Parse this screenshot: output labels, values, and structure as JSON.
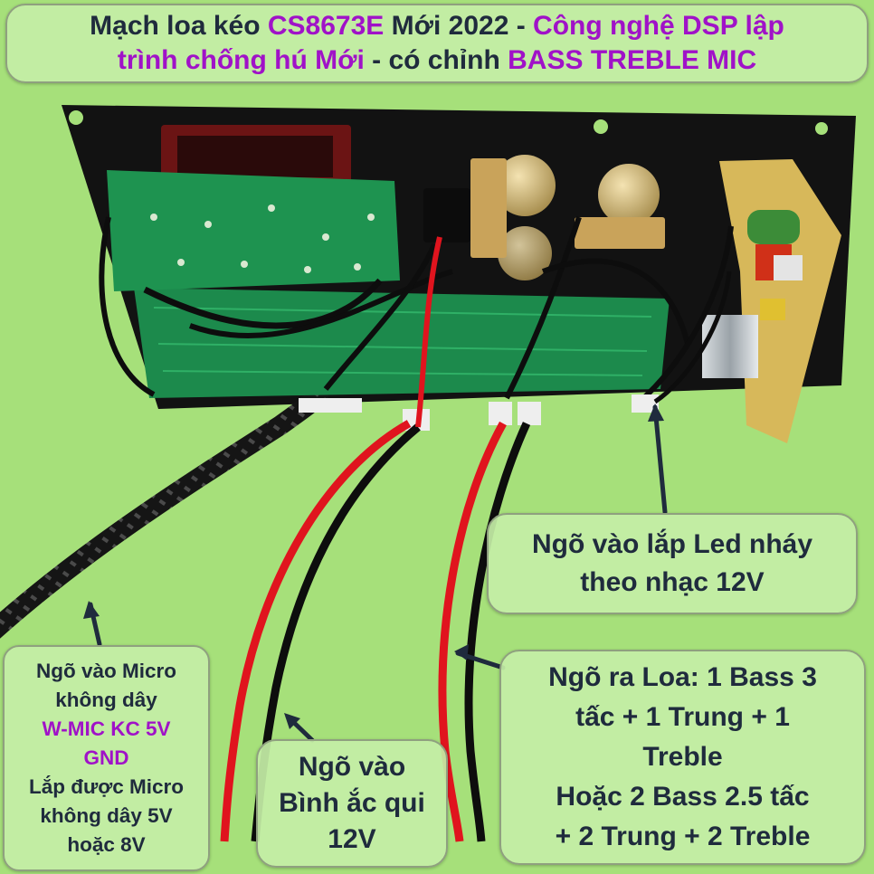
{
  "title": {
    "line1_p1": "Mạch loa kéo ",
    "line1_model": "CS8673E",
    "line1_p2": " Mới 2022 - ",
    "line1_tech": "Công nghệ DSP lập",
    "line2_tech": "trình chống hú Mới",
    "line2_p1": " - có chỉnh ",
    "line2_controls": "BASS TREBLE MIC"
  },
  "labels": {
    "led_input": [
      "Ngõ vào lắp Led nháy",
      "theo nhạc 12V"
    ],
    "mic_input": {
      "line1": "Ngõ vào Micro",
      "line2": "không dây",
      "line3": "W-MIC KC 5V",
      "line4": "GND",
      "line5": "Lắp được Micro",
      "line6": "không dây 5V",
      "line7": "hoặc 8V"
    },
    "battery_input": [
      "Ngõ vào",
      "Bình ắc qui",
      "12V"
    ],
    "speaker_output": [
      "Ngõ ra Loa: 1 Bass 3",
      "tấc + 1 Trung + 1",
      "Treble",
      "Hoặc 2 Bass 2.5 tấc",
      "+ 2 Trung + 2 Treble"
    ]
  },
  "colors": {
    "background": "#a6e07a",
    "label_text": "#1f2b3d",
    "highlight_text": "#a012c8",
    "panel": "#121212",
    "pcb": "#1c8a4c",
    "wire_red": "#e0141e",
    "wire_black": "#0d0d0d"
  }
}
